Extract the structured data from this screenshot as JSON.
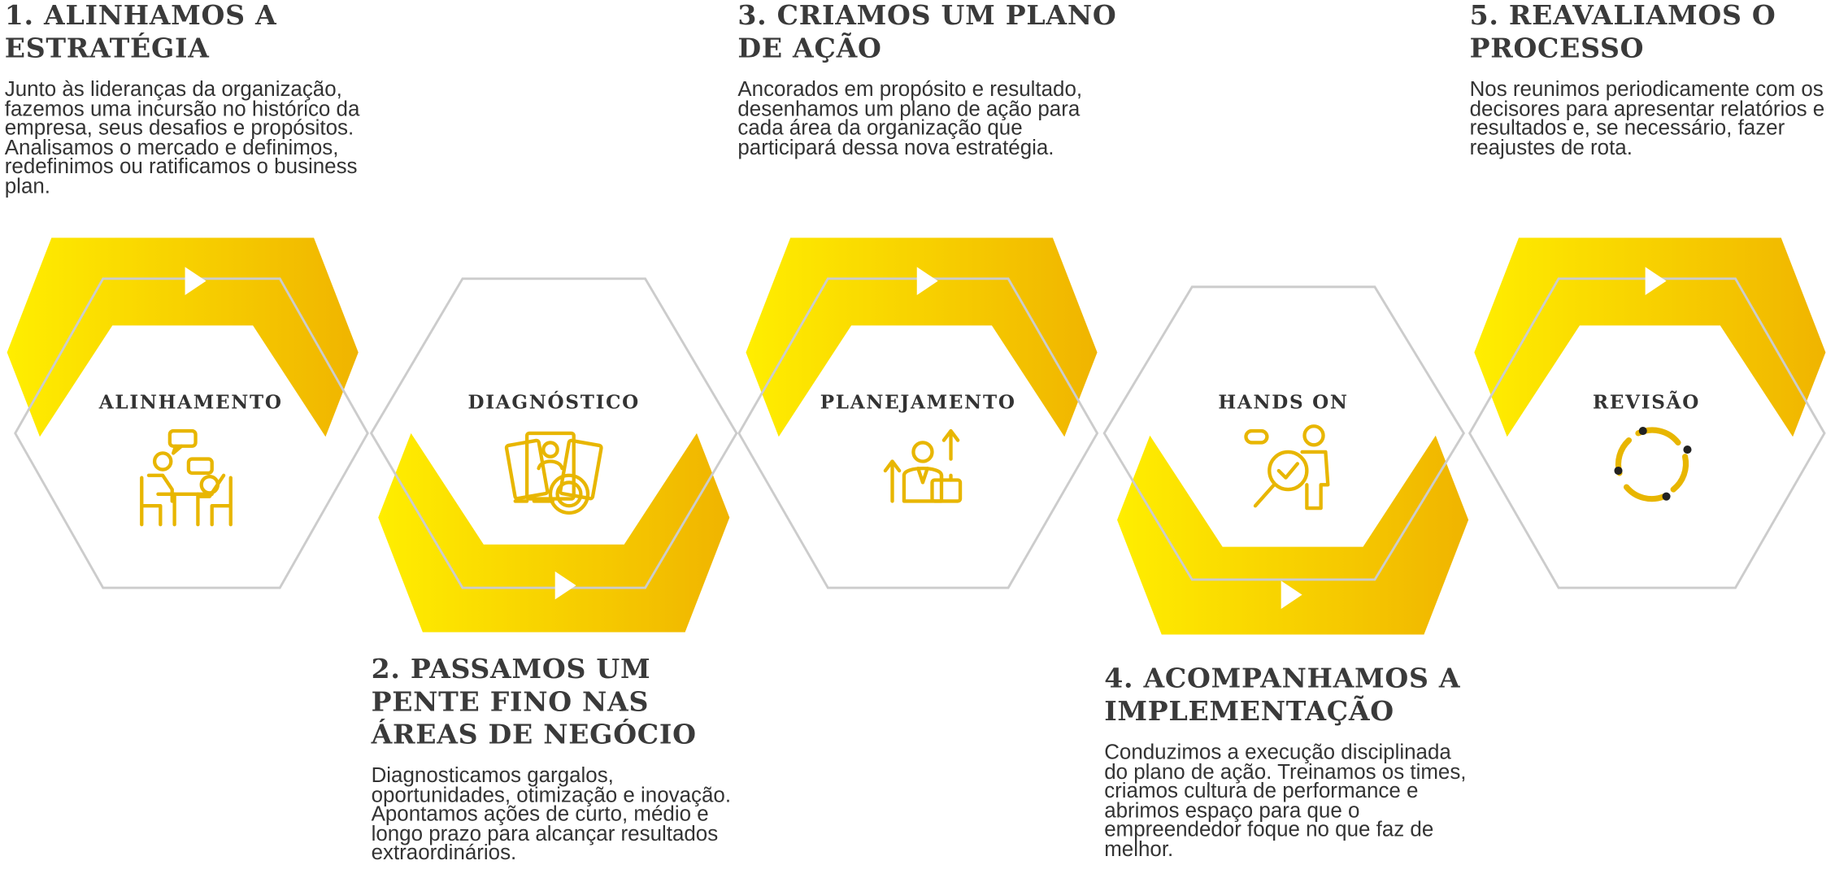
{
  "steps": [
    {
      "title_line1": "1. ALINHAMOS A",
      "title_line2": "ESTRATÉGIA",
      "title_line3": "",
      "description": "Junto às lideranças da organização, fazemos uma incursão no histórico da empresa, seus desafios e propósitos. Analisamos o mercado e definimos, redefinimos ou ratificamos o business plan.",
      "hex_label": "ALINHAMENTO",
      "icon": "meeting-icon"
    },
    {
      "title_line1": "2. PASSAMOS UM",
      "title_line2": "PENTE FINO NAS",
      "title_line3": "ÁREAS DE NEGÓCIO",
      "description": "Diagnosticamos gargalos, oportunidades, otimização e inovação. Apontamos ações de curto, médio e longo prazo para alcançar resultados extraordinários.",
      "hex_label": "DIAGNÓSTICO",
      "icon": "magnifier-documents-icon"
    },
    {
      "title_line1": "3. CRIAMOS UM PLANO",
      "title_line2": "DE AÇÃO",
      "title_line3": "",
      "description": "Ancorados em propósito e resultado, desenhamos um plano de ação para cada área da organização que participará dessa nova estratégia.",
      "hex_label": "PLANEJAMENTO",
      "icon": "businessman-growth-icon"
    },
    {
      "title_line1": "4. ACOMPANHAMOS A",
      "title_line2": "IMPLEMENTAÇÃO",
      "title_line3": "",
      "description": "Conduzimos a execução disciplinada do plano de ação. Treinamos os times, criamos cultura de performance e abrimos espaço para que o empreendedor foque no que faz de melhor.",
      "hex_label": "HANDS ON",
      "icon": "person-magnifier-icon"
    },
    {
      "title_line1": "5. REAVALIAMOS O",
      "title_line2": "PROCESSO",
      "title_line3": "",
      "description": "Nos reunimos periodicamente com os decisores para apresentar relatórios e resultados e, se necessário, fazer reajustes de rota.",
      "hex_label": "REVISÃO",
      "icon": "cycle-arrows-icon"
    }
  ],
  "colors": {
    "accent_start": "#ffee00",
    "accent_end": "#f0b400",
    "icon": "#e8b600",
    "outline": "#cccccc",
    "text": "#333333"
  }
}
